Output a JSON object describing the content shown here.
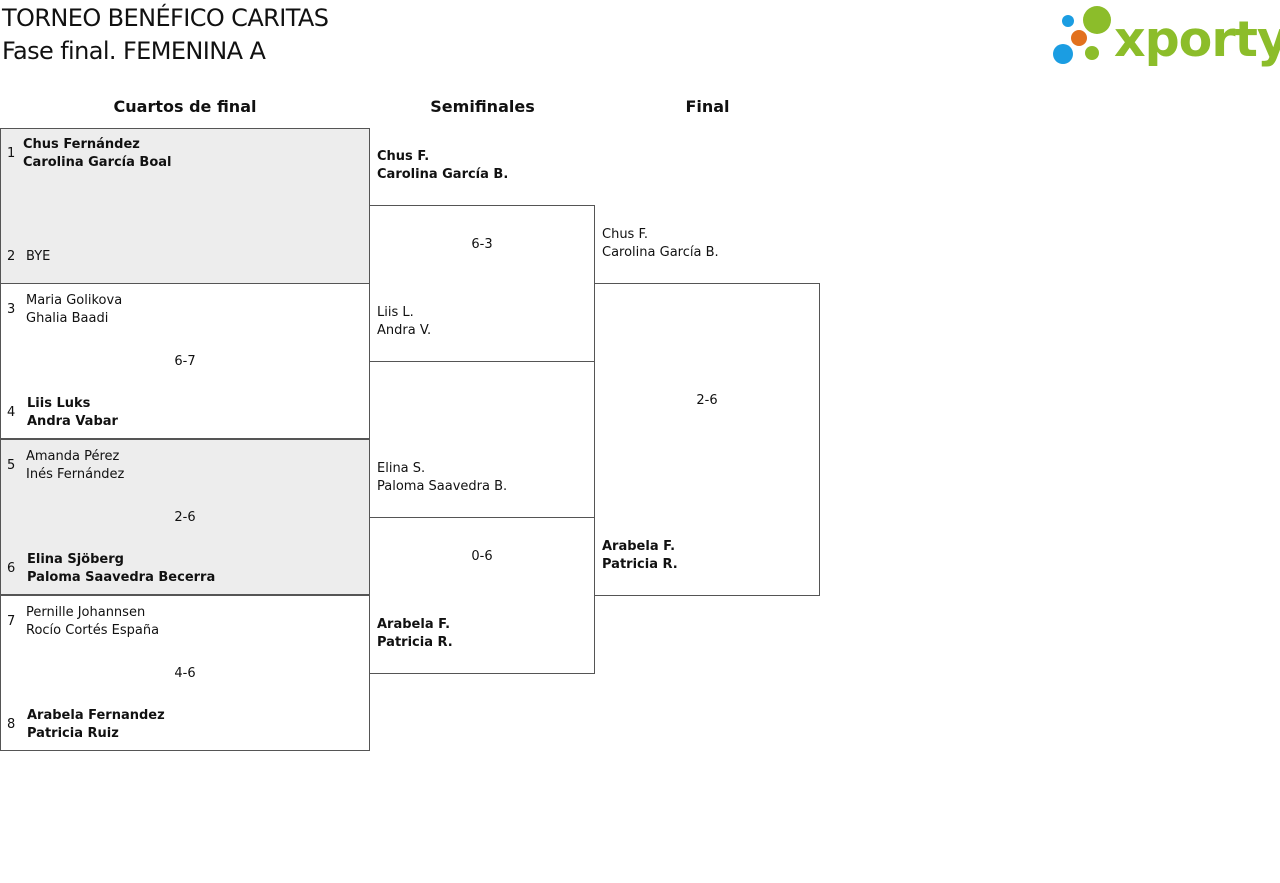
{
  "header": {
    "title": "TORNEO BENÉFICO CARITAS",
    "subtitle": "Fase final. FEMENINA A",
    "logo_text": "xporty",
    "logo_colors": [
      "#1b9de2",
      "#e2711d",
      "#8cbd2a"
    ]
  },
  "columns": {
    "quarterfinals": "Cuartos de final",
    "semifinals": "Semifinales",
    "final": "Final"
  },
  "quarterfinals": [
    {
      "top": {
        "seed": "1",
        "p1": "Chus Fernández",
        "p2": "Carolina García Boal"
      },
      "bottom": {
        "seed": "2",
        "p1": "BYE",
        "p2": ""
      },
      "score": ""
    },
    {
      "top": {
        "seed": "3",
        "p1": "Maria Golikova",
        "p2": "Ghalia Baadi"
      },
      "bottom": {
        "seed": "4",
        "p1": "Liis Luks",
        "p2": "Andra Vabar"
      },
      "score": "6-7"
    },
    {
      "top": {
        "seed": "5",
        "p1": "Amanda Pérez",
        "p2": "Inés Fernández"
      },
      "bottom": {
        "seed": "6",
        "p1": "Elina Sjöberg",
        "p2": "Paloma Saavedra Becerra"
      },
      "score": "2-6"
    },
    {
      "top": {
        "seed": "7",
        "p1": "Pernille Johannsen",
        "p2": "Rocío Cortés España"
      },
      "bottom": {
        "seed": "8",
        "p1": "Arabela Fernandez",
        "p2": "Patricia Ruiz"
      },
      "score": "4-6"
    }
  ],
  "semifinals": [
    {
      "top": {
        "p1": "Chus F.",
        "p2": "Carolina García B."
      },
      "bottom": {
        "p1": "Liis L.",
        "p2": "Andra V."
      },
      "score": "6-3"
    },
    {
      "top": {
        "p1": "Elina S.",
        "p2": "Paloma Saavedra B."
      },
      "bottom": {
        "p1": "Arabela F.",
        "p2": "Patricia R."
      },
      "score": "0-6"
    }
  ],
  "final": {
    "top": {
      "p1": "Chus F.",
      "p2": "Carolina García B."
    },
    "bottom": {
      "p1": "Arabela F.",
      "p2": "Patricia R."
    },
    "score": "2-6"
  }
}
